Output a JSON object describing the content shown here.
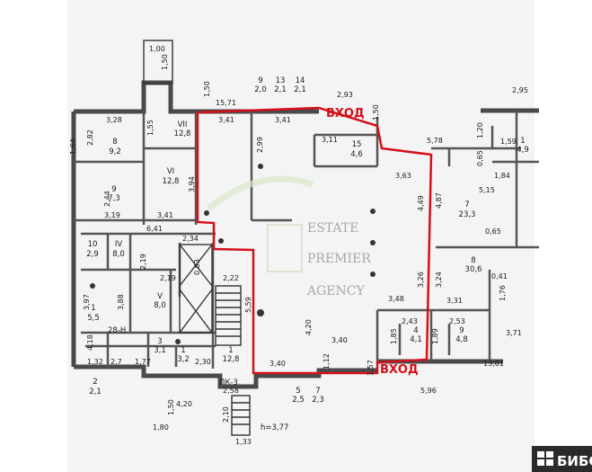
{
  "plan": {
    "entrances": [
      "ВХОД",
      "ВХОД"
    ],
    "rooms": [
      {
        "no": "8",
        "area": "9,2"
      },
      {
        "no": "VII",
        "area": "12,8"
      },
      {
        "no": "15",
        "area": "4,6"
      },
      {
        "no": "9",
        "area": "2,0"
      },
      {
        "no": "13",
        "area": "2,1"
      },
      {
        "no": "14",
        "area": "2,1"
      },
      {
        "no": "VI",
        "area": "12,8"
      },
      {
        "no": "9",
        "area": "7,3"
      },
      {
        "no": "7",
        "area": "23,3"
      },
      {
        "no": "10",
        "area": "2,9"
      },
      {
        "no": "IV",
        "area": "8,0"
      },
      {
        "no": "V",
        "area": "8,0"
      },
      {
        "no": "1",
        "area": "5,5"
      },
      {
        "no": "3",
        "area": "3,1"
      },
      {
        "no": "1",
        "area": "3,2"
      },
      {
        "no": "1",
        "area": "12,8"
      },
      {
        "no": "8",
        "area": "30,6"
      },
      {
        "no": "4",
        "area": "4,1"
      },
      {
        "no": "9",
        "area": "4,8"
      },
      {
        "no": "2",
        "area": "2,1"
      },
      {
        "no": "5",
        "area": "2,5"
      },
      {
        "no": "7",
        "area": "2,3"
      },
      {
        "no": "1",
        "area": "4,9"
      }
    ],
    "dims_top": [
      "1,00",
      "1,50",
      "1,50",
      "15,71",
      "2,93",
      "2,95",
      "1,50",
      "1,20",
      "5,78"
    ],
    "dims_misc": [
      "3,28",
      "3,41",
      "3,41",
      "3,11",
      "1,55",
      "2,82",
      "2,99",
      "3,94",
      "3,63",
      "4,49",
      "4,87",
      "5,15",
      "1,84",
      "0,65",
      "1,59",
      "3,19",
      "3,41",
      "6,41",
      "2,34",
      "2,19",
      "0,83",
      "2,44",
      "0,65",
      "2,22",
      "5,59",
      "2,19",
      "3,26",
      "3,24",
      "0,41",
      "1,76",
      "3,48",
      "3,31",
      "3,97",
      "3,88",
      "4,20",
      "2,43",
      "2,53",
      "1,85",
      "1,89",
      "3,71",
      "4,18",
      "1,32",
      "2,7",
      "1,77",
      "2,30",
      "3,40",
      "3,40",
      "1,12",
      "1,57",
      "13,01",
      "5,96",
      "4,20",
      "2,58",
      "1,50",
      "1,80",
      "2,10",
      "1,33",
      "1,64"
    ],
    "h_label": "h=3,77",
    "stair_label": "ЛК-3",
    "unit_label": "28-Н",
    "watermark": [
      "ESTATE",
      "PREMIER",
      "AGENCY"
    ]
  },
  "brand": {
    "logo_text": "БИБО"
  },
  "colors": {
    "outline": "#d6101a",
    "walls": "#4a4a4a",
    "paper": "#ffffff",
    "logo_bg": "#2b2b2b"
  }
}
